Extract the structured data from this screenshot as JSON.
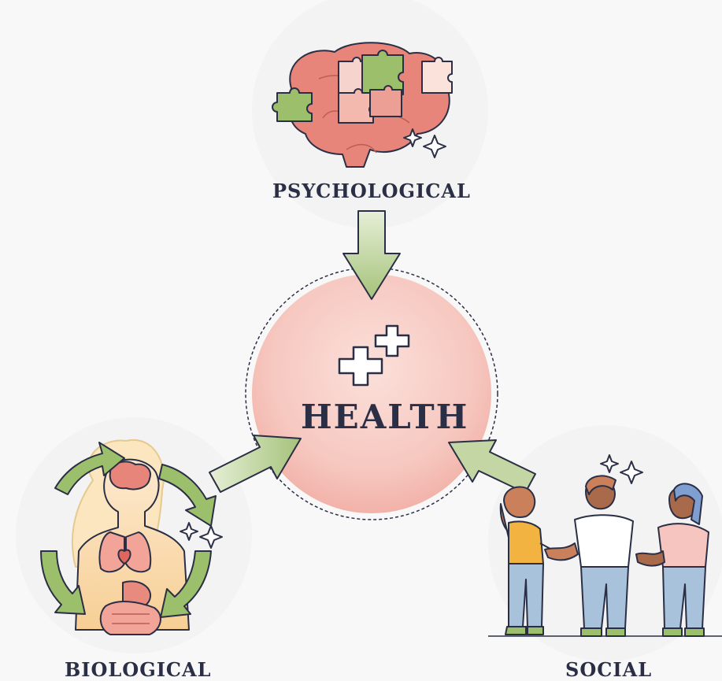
{
  "labels": {
    "psychological": "PSYCHOLOGICAL",
    "biological": "BIOLOGICAL",
    "social": "SOCIAL",
    "health": "HEALTH"
  },
  "colors": {
    "background": "#f8f8f8",
    "health_circle": "#f6c7c0",
    "arrow_green": "#a9c47f",
    "outline": "#2b2f45",
    "brain_pink": "#e7847a",
    "puzzle_green": "#9bbf6a"
  },
  "icons": {
    "health": "medical-cross-icon",
    "psychological": "brain-puzzle-icon",
    "biological": "human-anatomy-icon",
    "social": "people-handshake-icon"
  }
}
